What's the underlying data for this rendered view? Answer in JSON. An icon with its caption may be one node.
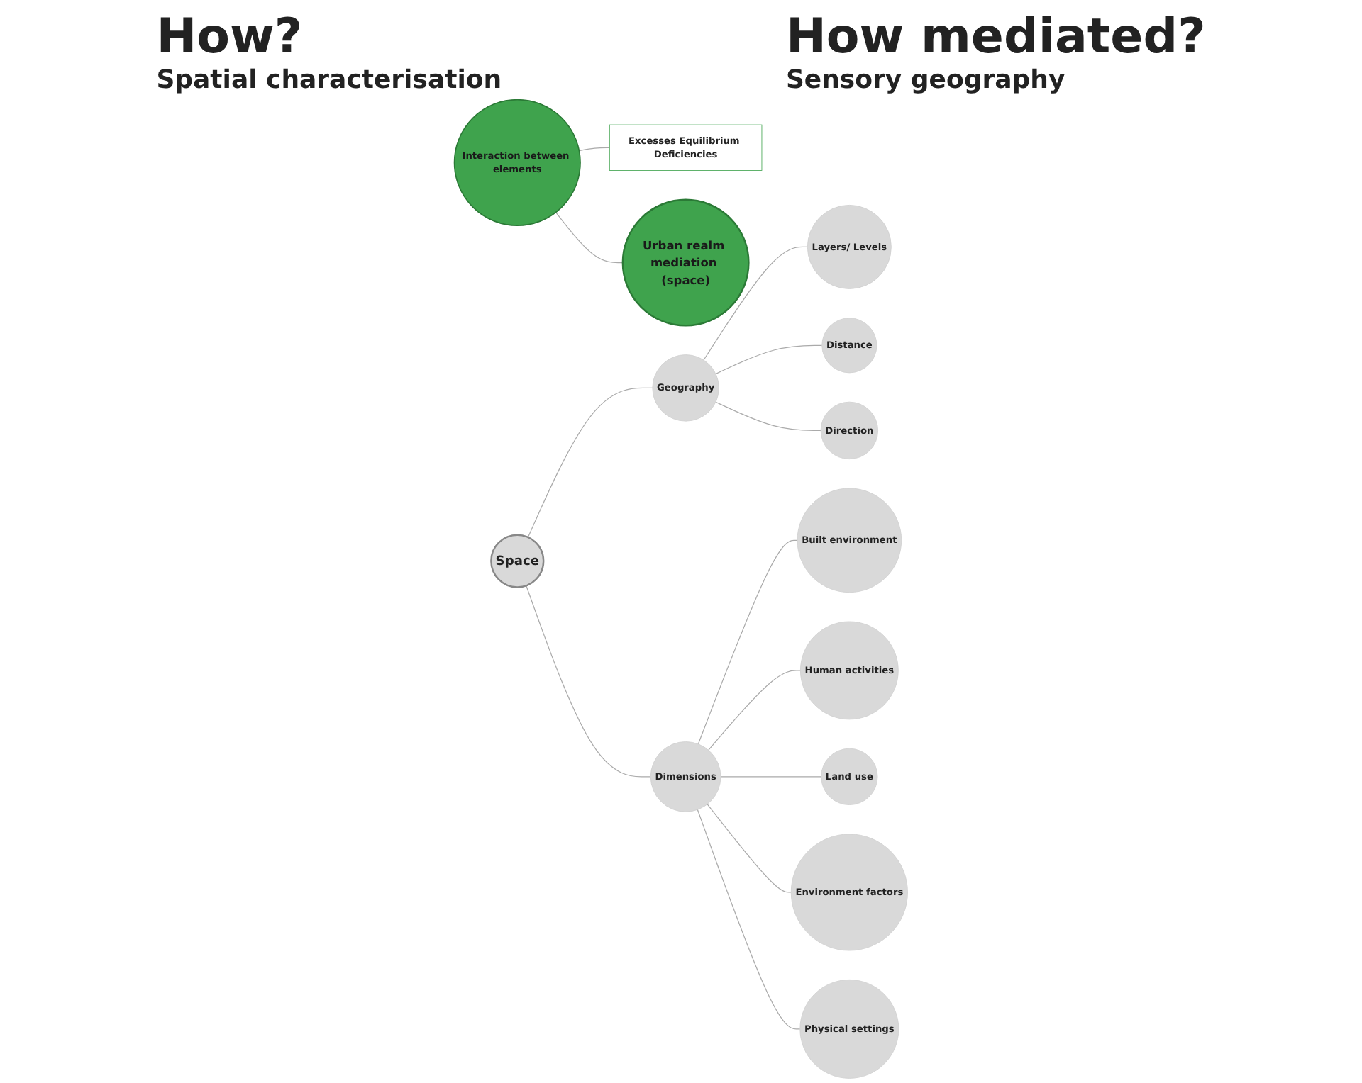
{
  "diagram": {
    "nodes": [
      {
        "text": [
          "Interaction between elements"
        ]
      },
      {
        "text": [
          "Excesses Equilibrium Deficiencies"
        ]
      },
      {
        "text": [
          "Urban realm mediation (space)"
        ]
      },
      {
        "text": [
          "Layers/ Levels"
        ]
      },
      {
        "text": [
          "Distance"
        ]
      },
      {
        "text": [
          "Geography"
        ]
      },
      {
        "text": [
          "Direction"
        ]
      },
      {
        "text": [
          "Space"
        ]
      },
      {
        "text": [
          "Built environment"
        ]
      },
      {
        "text": [
          "Physical settings"
        ]
      },
      {
        "text": [
          "Dimensions"
        ]
      },
      {
        "text": [
          "Human activities"
        ]
      },
      {
        "text": [
          "Environment factors"
        ]
      },
      {
        "text": [
          "Land use"
        ]
      }
    ],
    "edges": [
      {
        "from": 0,
        "to": 1,
        "arrow": "none"
      },
      {
        "from": 0,
        "to": 2,
        "arrow": "none"
      },
      {
        "from": 5,
        "to": 3,
        "arrow": "none"
      },
      {
        "from": 5,
        "to": 4,
        "arrow": "none"
      },
      {
        "from": 5,
        "to": 6,
        "arrow": "none"
      },
      {
        "from": 7,
        "to": 5,
        "arrow": "none"
      },
      {
        "from": 7,
        "to": 10,
        "arrow": "none"
      },
      {
        "from": 10,
        "to": 8,
        "arrow": "none"
      },
      {
        "from": 10,
        "to": 11,
        "arrow": "none"
      },
      {
        "from": 10,
        "to": 13,
        "arrow": "none"
      },
      {
        "from": 10,
        "to": 12,
        "arrow": "none"
      },
      {
        "from": 10,
        "to": 9,
        "arrow": "none"
      }
    ],
    "labels": [
      "How?",
      "Spatial characterisation",
      "How mediated?",
      "Sensory geography"
    ]
  }
}
